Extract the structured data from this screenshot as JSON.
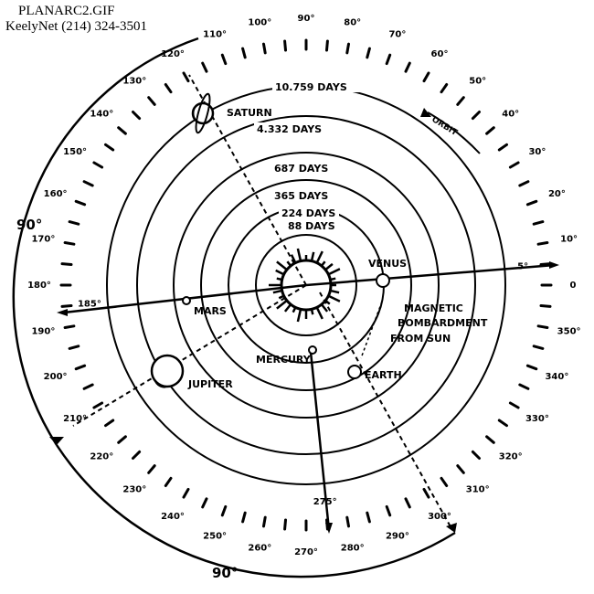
{
  "header": {
    "filename": "PLANARC2.GIF",
    "source": "KeelyNet (214) 324-3501"
  },
  "orbit_periods": [
    "88 DAYS",
    "224 DAYS",
    "365 DAYS",
    "687 DAYS",
    "4.332 DAYS",
    "10.759 DAYS"
  ],
  "planets": {
    "mercury": "MERCURY",
    "venus": "VENUS",
    "earth": "EARTH",
    "mars": "MARS",
    "jupiter": "JUPITER",
    "saturn": "SATURN"
  },
  "orbit_label": "ORBIT",
  "magnetic_note": [
    "MAGNETIC",
    "BOMBARDMENT",
    "FROM SUN"
  ],
  "degree_labels": [
    "0",
    "5°",
    "10°",
    "20°",
    "30°",
    "40°",
    "50°",
    "60°",
    "70°",
    "80°",
    "90°",
    "100°",
    "110°",
    "120°",
    "130°",
    "140°",
    "150°",
    "160°",
    "170°",
    "180°",
    "185°",
    "190°",
    "200°",
    "210°",
    "220°",
    "230°",
    "240°",
    "250°",
    "260°",
    "270°",
    "275°",
    "280°",
    "290°",
    "300°",
    "310°",
    "320°",
    "330°",
    "340°",
    "350°"
  ],
  "arc_labels": {
    "left": "90°",
    "bottom": "90°"
  },
  "colors": {
    "ink": "#000000",
    "paper": "#ffffff"
  }
}
